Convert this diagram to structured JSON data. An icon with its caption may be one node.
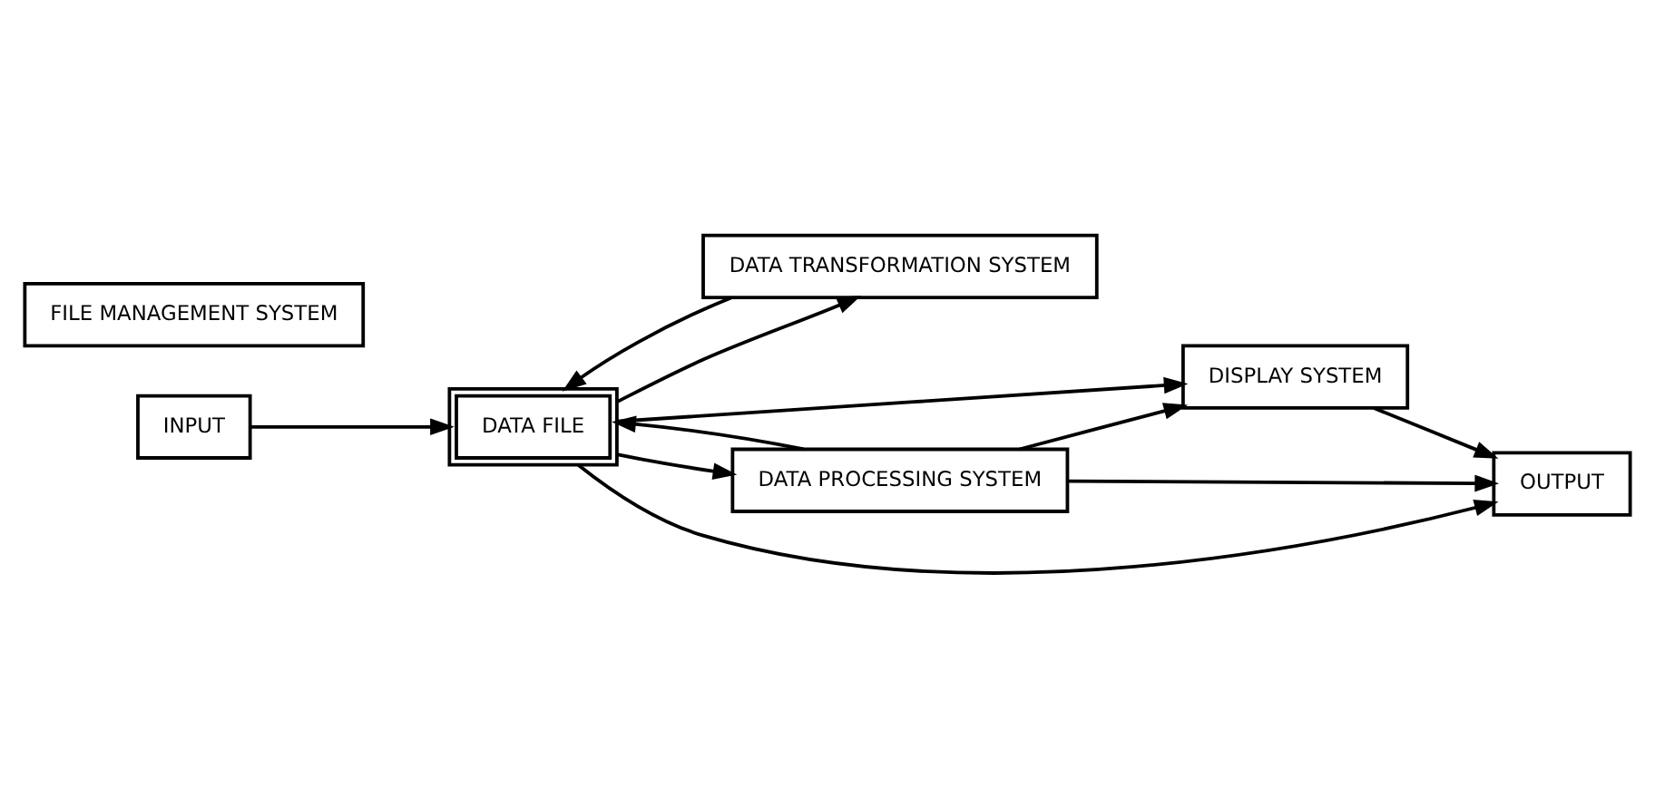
{
  "diagram": {
    "nodes": [
      {
        "text": [
          "INPUT"
        ]
      },
      {
        "text": [
          "FILE MANAGEMENT SYSTEM"
        ]
      },
      {
        "text": [
          "DATA FILE"
        ]
      },
      {
        "text": [
          "DATA TRANSFORMATION SYSTEM"
        ]
      },
      {
        "text": [
          "DATA PROCESSING SYSTEM"
        ]
      },
      {
        "text": [
          "DISPLAY SYSTEM"
        ]
      },
      {
        "text": [
          "OUTPUT"
        ]
      }
    ],
    "edges": [
      {
        "from": 0,
        "to": 2,
        "arrow": "to"
      },
      {
        "from": 2,
        "to": 3,
        "arrow": "to"
      },
      {
        "from": 3,
        "to": 2,
        "arrow": "to"
      },
      {
        "from": 2,
        "to": 4,
        "arrow": "to"
      },
      {
        "from": 4,
        "to": 2,
        "arrow": "to"
      },
      {
        "from": 4,
        "to": 5,
        "arrow": "to"
      },
      {
        "from": 2,
        "to": 5,
        "arrow": "to"
      },
      {
        "from": 4,
        "to": 6,
        "arrow": "to"
      },
      {
        "from": 5,
        "to": 6,
        "arrow": "to"
      },
      {
        "from": 2,
        "to": 6,
        "arrow": "to"
      }
    ]
  }
}
